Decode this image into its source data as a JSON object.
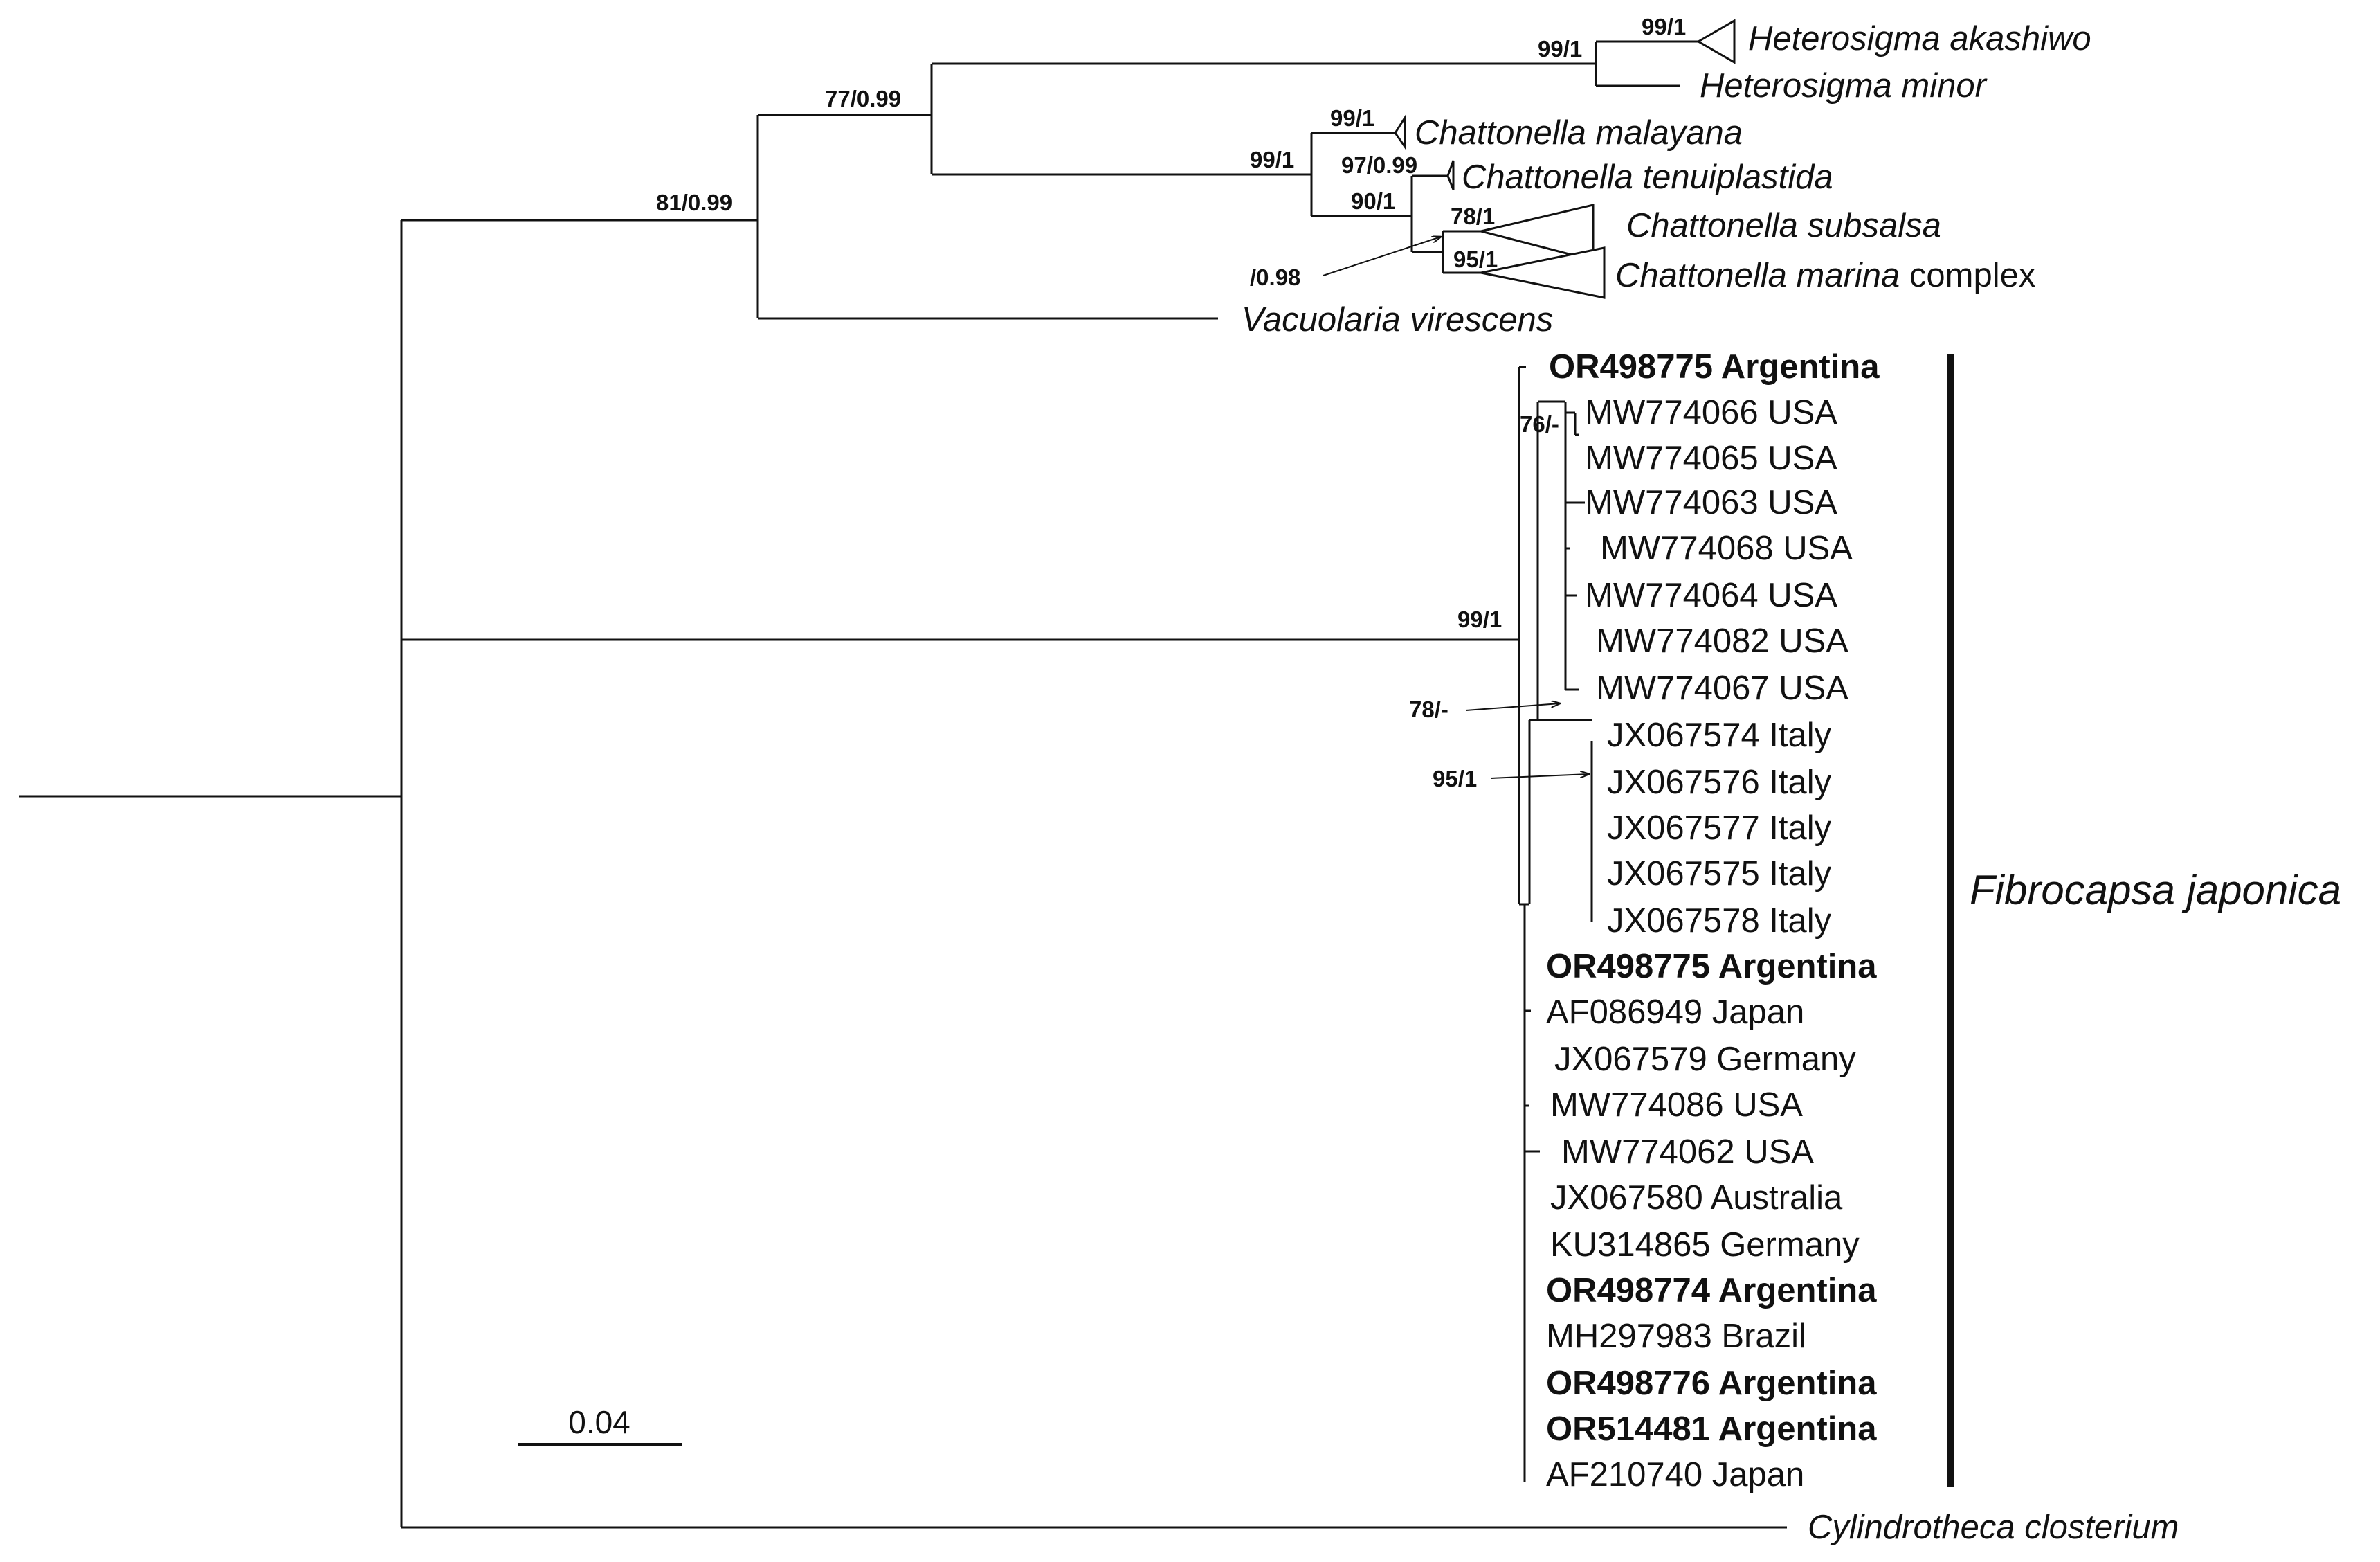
{
  "taxa": {
    "heterosigma_akashiwo": "Heterosigma akashiwo",
    "heterosigma_minor": "Heterosigma minor",
    "chattonella_malayana": "Chattonella malayana",
    "chattonella_tenuiplastida": "Chattonella tenuiplastida",
    "chattonella_subsalsa": "Chattonella subsalsa",
    "chattonella_marina": "Chattonella marina",
    "chattonella_marina_suffix": " complex",
    "vacuolaria_virescens": "Vacuolaria virescens",
    "cylindrotheca_closterium": "Cylindrotheca closterium",
    "fibrocapsa": [
      "OR498775 Argentina",
      "MW774066 USA",
      "MW774065 USA",
      "MW774063 USA",
      "MW774068 USA",
      "MW774064 USA",
      "MW774082 USA",
      "MW774067 USA",
      "JX067574 Italy",
      "JX067576 Italy",
      "JX067577 Italy",
      "JX067575 Italy",
      "JX067578 Italy",
      "OR498775 Argentina",
      "AF086949 Japan",
      "JX067579 Germany",
      "MW774086 USA",
      "MW774062 USA",
      "JX067580 Australia",
      "KU314865 Germany",
      "OR498774 Argentina",
      "MH297983 Brazil",
      "OR498776 Argentina",
      "OR514481 Argentina",
      "AF210740 Japan"
    ]
  },
  "support": {
    "root_upper": "81/0.99",
    "raphidophyte_core": "77/0.99",
    "heterosigma": "99/1",
    "heterosigma_akashiwo": "99/1",
    "chattonella": "99/1",
    "chattonella_malayana": "99/1",
    "chattonella_inner": "97/0.99",
    "chattonella_subgroup": "90/1",
    "chattonella_subsalsa": "78/1",
    "chattonella_marina": "95/1",
    "chattonella_arrow": "/0.98",
    "fibrocapsa": "99/1",
    "usa_cluster": "76/-",
    "inner_arrow": "78/-",
    "italy_arrow": "95/1"
  },
  "clade_label": "Fibrocapsa japonica",
  "scale_bar": "0.04"
}
